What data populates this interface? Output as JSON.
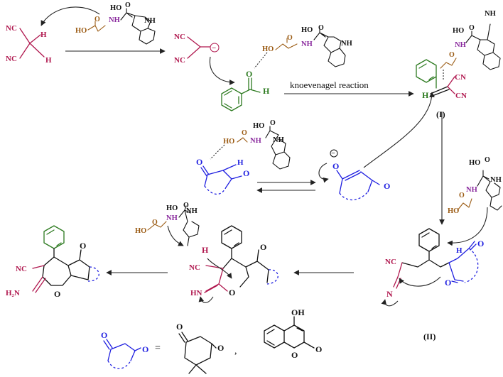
{
  "colors": {
    "black": "#111111",
    "magenta": "#b0174e",
    "blue": "#1f1fe0",
    "green": "#2c7a1f",
    "purple": "#8a2a9e",
    "brown": "#9a5a12"
  },
  "labels": {
    "reaction": "knoevenagel reaction",
    "int1": "(I)",
    "int2": "(II)",
    "equals": "=",
    "comma": ",",
    "minus": "−"
  },
  "atoms": {
    "NC": "NC",
    "CN": "CN",
    "H": "H",
    "HO": "HO",
    "NH": "NH",
    "OH": "OH",
    "O": "O",
    "N": "N",
    "HN": "HN",
    "H2N": "H₂N"
  }
}
